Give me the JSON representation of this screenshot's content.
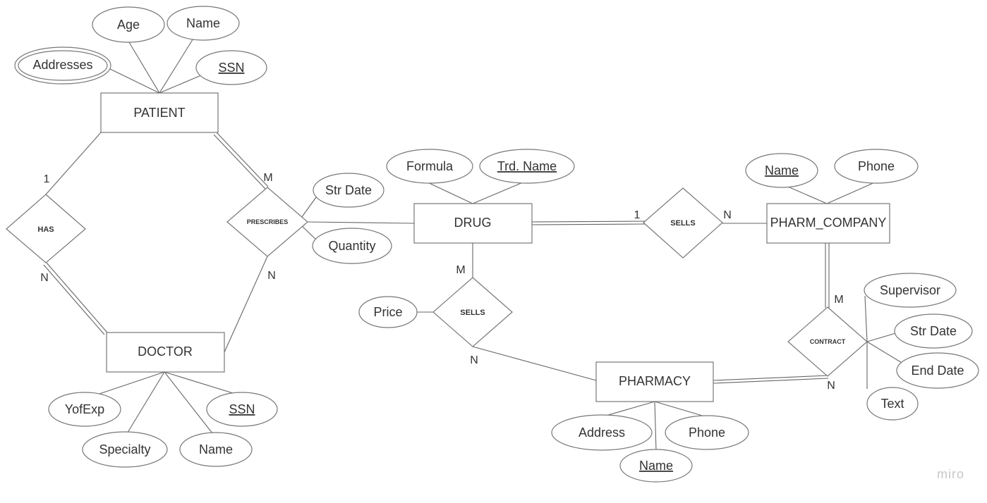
{
  "entities": {
    "patient": "PATIENT",
    "doctor": "DOCTOR",
    "drug": "DRUG",
    "pharm_company": "PHARM_COMPANY",
    "pharmacy": "PHARMACY"
  },
  "relationships": {
    "has": "HAS",
    "prescribes": "PRESCRIBES",
    "sells_company": "SELLS",
    "sells_pharmacy": "SELLS",
    "contract": "CONTRACT"
  },
  "attributes": {
    "patient_age": "Age",
    "patient_name": "Name",
    "patient_addresses": "Addresses",
    "patient_ssn": "SSN",
    "doctor_yofexp": "YofExp",
    "doctor_ssn": "SSN",
    "doctor_specialty": "Specialty",
    "doctor_name": "Name",
    "prescribes_str_date": "Str Date",
    "prescribes_quantity": "Quantity",
    "drug_formula": "Formula",
    "drug_trd_name": "Trd. Name",
    "company_name": "Name",
    "company_phone": "Phone",
    "sells_price": "Price",
    "pharmacy_address": "Address",
    "pharmacy_phone": "Phone",
    "pharmacy_name": "Name",
    "contract_supervisor": "Supervisor",
    "contract_str_date": "Str Date",
    "contract_end_date": "End Date",
    "contract_text": "Text"
  },
  "cardinalities": {
    "has_patient": "1",
    "has_doctor": "N",
    "prescribes_patient": "M",
    "prescribes_doctor": "N",
    "sells_company_drug": "1",
    "sells_company_company": "N",
    "sells_pharmacy_drug": "M",
    "sells_pharmacy_pharmacy": "N",
    "contract_company": "M",
    "contract_pharmacy": "N"
  },
  "watermark": "miro"
}
